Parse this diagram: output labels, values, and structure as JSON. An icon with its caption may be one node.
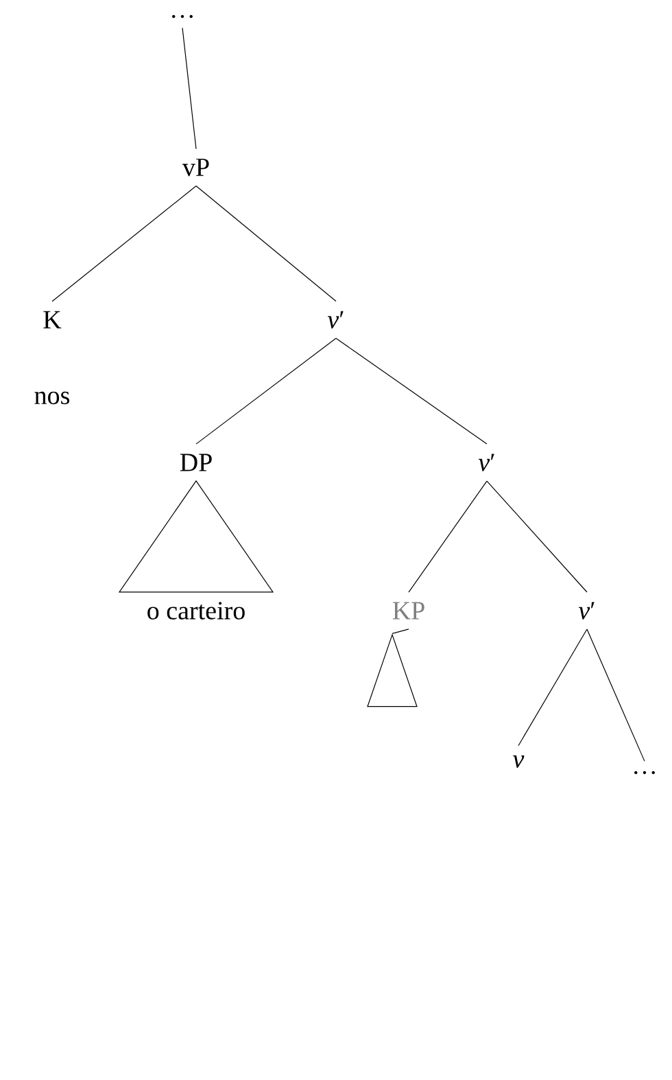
{
  "diagram": {
    "nodes": [
      {
        "text": [
          "…"
        ]
      },
      {
        "text": [
          "vP"
        ]
      },
      {
        "text": [
          "K"
        ],
        "beside": [
          "nos"
        ]
      },
      {
        "text": [
          "*v*′"
        ]
      },
      {
        "text": [
          "DP"
        ]
      },
      {
        "text": [
          "o carteiro"
        ]
      },
      {
        "text": [
          "*v*′"
        ]
      },
      {
        "text": [
          "KP"
        ]
      },
      {
        "text": [],
        "shape": "triangle"
      },
      {
        "text": [
          "*v*′"
        ]
      },
      {
        "text": [
          "*v*"
        ]
      },
      {
        "text": [
          "…"
        ]
      }
    ],
    "edges": [
      {
        "from": 0,
        "to": 1,
        "arrow": "none"
      },
      {
        "from": 1,
        "to": 2,
        "arrow": "none"
      },
      {
        "from": 1,
        "to": 3,
        "arrow": "none"
      },
      {
        "from": 3,
        "to": 4,
        "arrow": "none"
      },
      {
        "from": 3,
        "to": 6,
        "arrow": "none"
      },
      {
        "from": 4,
        "to": 5,
        "arrow": "none"
      },
      {
        "from": 6,
        "to": 7,
        "arrow": "none"
      },
      {
        "from": 6,
        "to": 9,
        "arrow": "none"
      },
      {
        "from": 7,
        "to": 8,
        "arrow": "none"
      },
      {
        "from": 9,
        "to": 10,
        "arrow": "none"
      },
      {
        "from": 9,
        "to": 11,
        "arrow": "none"
      }
    ]
  }
}
